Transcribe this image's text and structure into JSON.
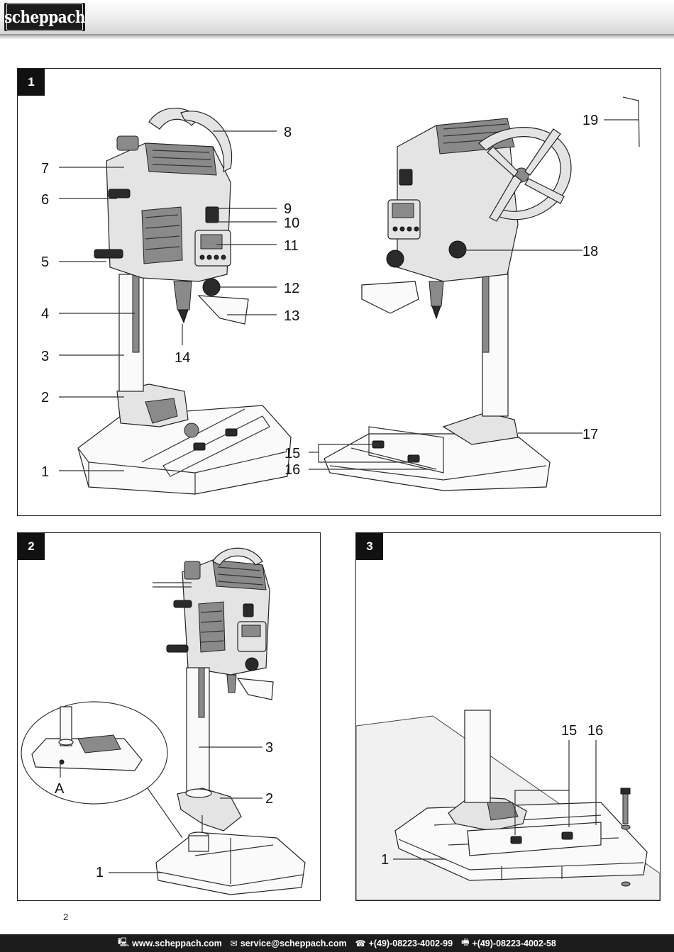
{
  "header": {
    "brand": "scheppach"
  },
  "figures": [
    {
      "tag": "1",
      "callouts": [
        "8",
        "7",
        "6",
        "9",
        "10",
        "11",
        "5",
        "12",
        "4",
        "13",
        "3",
        "14",
        "2",
        "1",
        "19",
        "18",
        "17",
        "15",
        "16"
      ]
    },
    {
      "tag": "2",
      "callouts": [
        "3",
        "2",
        "1",
        "A"
      ]
    },
    {
      "tag": "3",
      "callouts": [
        "15",
        "16",
        "1"
      ]
    }
  ],
  "page_number": "2",
  "footer": {
    "website": "www.scheppach.com",
    "email": "service@scheppach.com",
    "phone": "+(49)-08223-4002-99",
    "fax": "+(49)-08223-4002-58"
  }
}
